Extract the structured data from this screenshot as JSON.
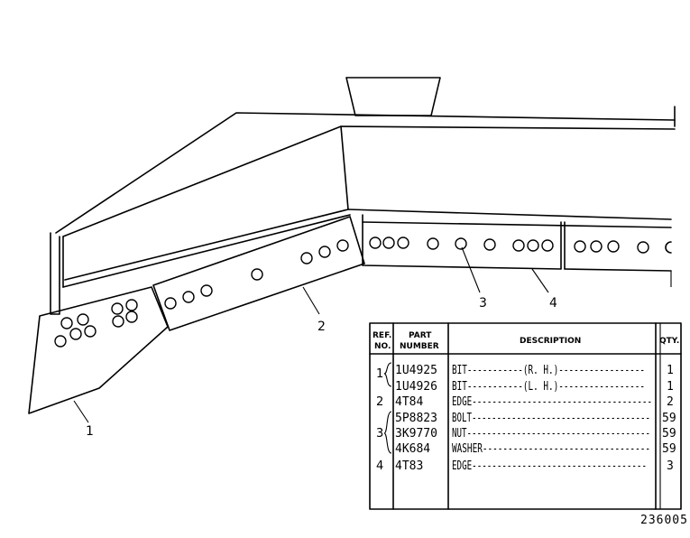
{
  "callouts": [
    "1",
    "2",
    "3",
    "4"
  ],
  "parts_table": {
    "headers": {
      "ref_line1": "REF.",
      "ref_line2": "NO.",
      "part_line1": "PART",
      "part_line2": "NUMBER",
      "description": "DESCRIPTION",
      "qty": "QTY."
    },
    "rows": [
      {
        "ref": "1",
        "part": "1U4925",
        "desc": "BIT-----------(R. H.)-----------------",
        "qty": "1"
      },
      {
        "ref": "",
        "part": "1U4926",
        "desc": "BIT-----------(L. H.)-----------------",
        "qty": "1"
      },
      {
        "ref": "2",
        "part": "4T84",
        "desc": "EDGE------------------------------------",
        "qty": "2"
      },
      {
        "ref": "",
        "part": "5P8823",
        "desc": "BOLT------------------------------------",
        "qty": "59"
      },
      {
        "ref": "3",
        "part": "3K9770",
        "desc": "NUT-------------------------------------",
        "qty": "59"
      },
      {
        "ref": "",
        "part": "4K684",
        "desc": "WASHER---------------------------------",
        "qty": "59"
      },
      {
        "ref": "4",
        "part": "4T83",
        "desc": "EDGE-----------------------------------",
        "qty": "3"
      }
    ]
  },
  "figure_number": "236005"
}
